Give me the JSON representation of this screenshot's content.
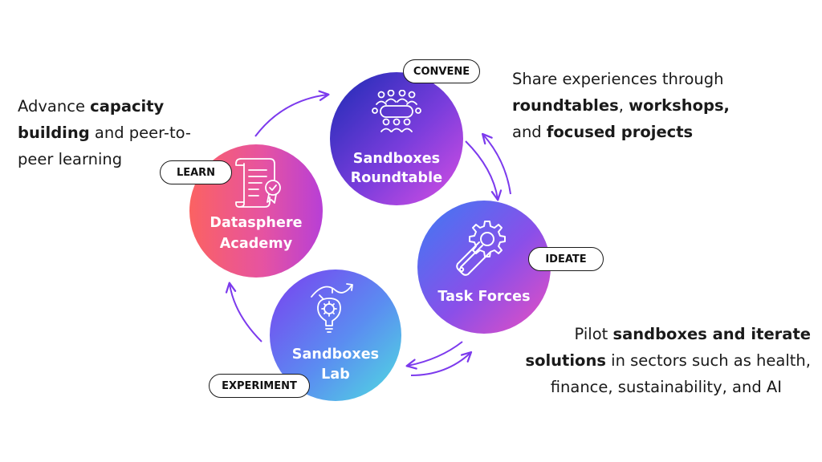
{
  "nodes": {
    "convene": {
      "stage": "CONVENE",
      "title_line1": "Sandboxes",
      "title_line2": "Roundtable",
      "icon": "roundtable-icon",
      "colors": [
        "#1c2bb4",
        "#7a3ddc",
        "#d84fe3"
      ]
    },
    "ideate": {
      "stage": "IDEATE",
      "title_line1": "Task Forces",
      "icon": "gear-wrench-icon",
      "colors": [
        "#3c7bf4",
        "#8a4fe9",
        "#ea4fc0"
      ]
    },
    "experiment": {
      "stage": "EXPERIMENT",
      "title_line1": "Sandboxes",
      "title_line2": "Lab",
      "icon": "lightbulb-gear-icon",
      "colors": [
        "#7a3ff0",
        "#5b8cf1",
        "#4fdde0"
      ]
    },
    "learn": {
      "stage": "LEARN",
      "title_line1": "Datasphere",
      "title_line2": "Academy",
      "icon": "certificate-scroll-icon",
      "colors": [
        "#fb6262",
        "#e653a1",
        "#b83fd6"
      ]
    }
  },
  "descriptions": {
    "learn": {
      "line1_plain": "Advance ",
      "line1_bold": "capacity",
      "line2_bold": "building",
      "line2_plain": " and peer-to-",
      "line3_plain": "peer learning"
    },
    "convene": {
      "line1_plain": "Share experiences through",
      "line2_bold_a": "roundtables",
      "line2_sep": ", ",
      "line2_bold_b": "workshops,",
      "line3_plain": "and ",
      "line3_bold": "focused projects"
    },
    "ideate": {
      "line1_plain": "Pilot ",
      "line1_bold": "sandboxes and iterate",
      "line2_bold": "solutions",
      "line2_plain": " in sectors such as health,",
      "line3_plain": "finance, sustainability, and AI"
    }
  },
  "theme": {
    "arrow_color": "#7c3aed",
    "text_color": "#1a1a1a",
    "pill_border": "#1a1a1a"
  }
}
